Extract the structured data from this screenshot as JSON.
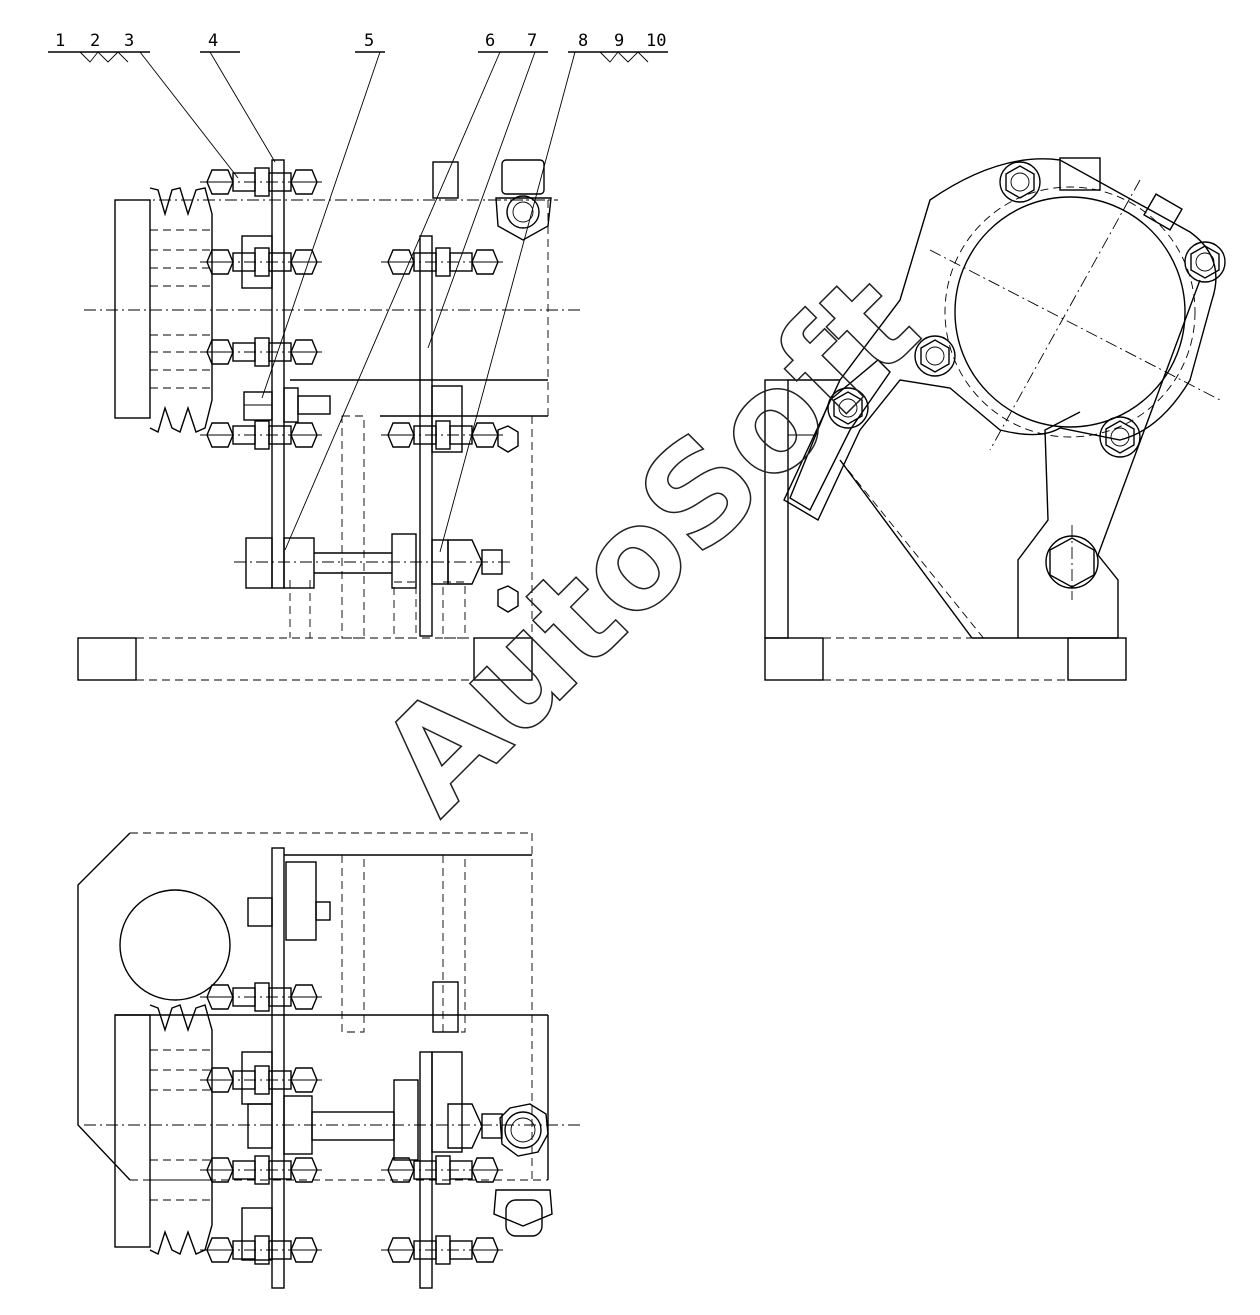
{
  "drawing": {
    "part_labels": [
      "1",
      "2",
      "3",
      "4",
      "5",
      "6",
      "7",
      "8",
      "9",
      "10"
    ],
    "watermark": "AutoSoft"
  }
}
